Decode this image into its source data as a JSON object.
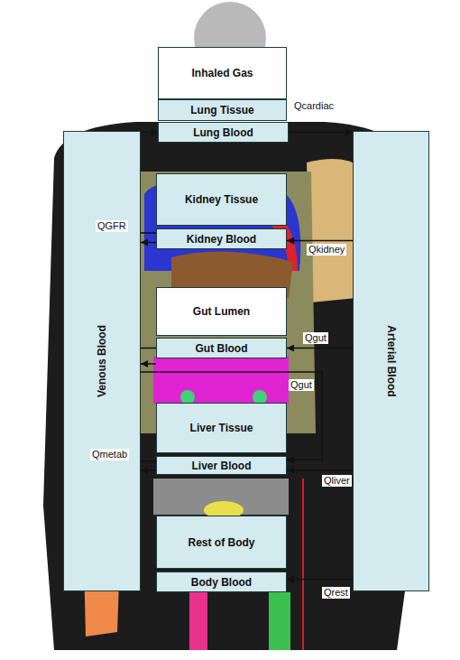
{
  "diagram": {
    "nodes": [
      {
        "text": [
          "Inhaled Gas"
        ]
      },
      {
        "text": [
          "Lung Tissue"
        ]
      },
      {
        "text": [
          "Lung Blood"
        ]
      },
      {
        "text": [
          "Venous Blood"
        ]
      },
      {
        "text": [
          "Kidney Tissue"
        ]
      },
      {
        "text": [
          "Kidney Blood"
        ]
      },
      {
        "text": [
          "Gut Lumen"
        ]
      },
      {
        "text": [
          "Gut Blood"
        ]
      },
      {
        "text": [
          "Liver Tissue"
        ]
      },
      {
        "text": [
          "Liver Blood"
        ]
      },
      {
        "text": [
          "Rest of Body"
        ]
      },
      {
        "text": [
          "Body Blood"
        ]
      },
      {
        "text": [
          "Arterial Blood"
        ]
      }
    ],
    "edges": [
      {
        "from": 3,
        "to": 2,
        "arrow": "to"
      },
      {
        "from": 2,
        "to": 12,
        "label": "Qcardiac",
        "arrow": "to"
      },
      {
        "from": 12,
        "to": 5,
        "label": "Qkidney",
        "arrow": "to"
      },
      {
        "from": 5,
        "to": 3,
        "arrow": "to"
      },
      {
        "from": 12,
        "to": 7,
        "label": "Qgut",
        "arrow": "to"
      },
      {
        "from": 7,
        "to": 9,
        "label": "Qgut",
        "arrow": "to"
      },
      {
        "from": 12,
        "to": 9,
        "label": "Qliver",
        "arrow": "to"
      },
      {
        "from": 9,
        "to": 3,
        "arrow": "to"
      },
      {
        "from": 12,
        "to": 11,
        "label": "Qrest",
        "arrow": "to"
      },
      {
        "from": 11,
        "to": 3,
        "arrow": "to"
      }
    ],
    "labels": [
      "QGFR",
      "Qmetab"
    ]
  }
}
